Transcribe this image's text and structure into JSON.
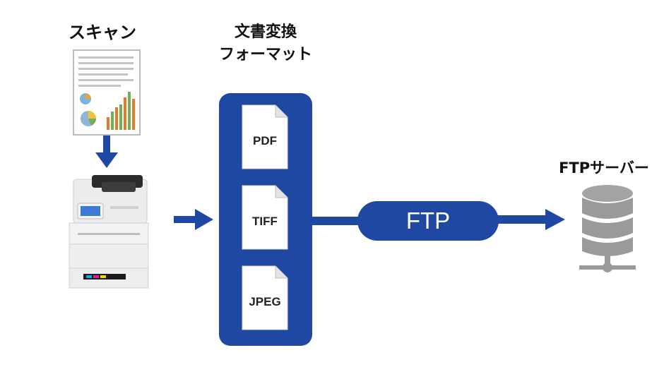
{
  "headings": {
    "scan": "スキャン",
    "conversion_line1": "文書変換",
    "conversion_line2": "フォーマット",
    "server": "FTPサーバー"
  },
  "formats": [
    "PDF",
    "TIFF",
    "JPEG"
  ],
  "protocol_label": "FTP",
  "colors": {
    "accent_blue": "#1f48a3",
    "server_gray": "#9a9a9a",
    "text": "#111111"
  },
  "icons": [
    "scanned-document-icon",
    "printer-icon",
    "file-icon",
    "server-icon",
    "arrow-icon"
  ]
}
